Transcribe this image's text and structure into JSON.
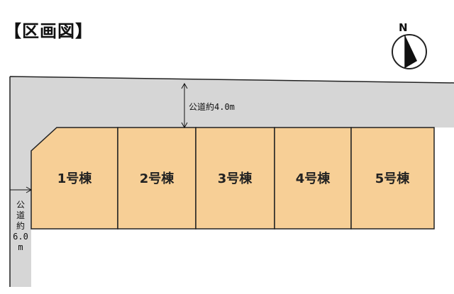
{
  "title": "【区画図】",
  "north_label": "N",
  "road_top": {
    "label": "公道約4.0m"
  },
  "road_left": {
    "chars": [
      "公",
      "道",
      "約",
      "6.0",
      "m"
    ]
  },
  "lots": [
    {
      "label": "1号棟"
    },
    {
      "label": "2号棟"
    },
    {
      "label": "3号棟"
    },
    {
      "label": "4号棟"
    },
    {
      "label": "5号棟"
    }
  ],
  "colors": {
    "road": "#d6d6d6",
    "lot_fill": "#f7cf96",
    "outline": "#222222"
  }
}
